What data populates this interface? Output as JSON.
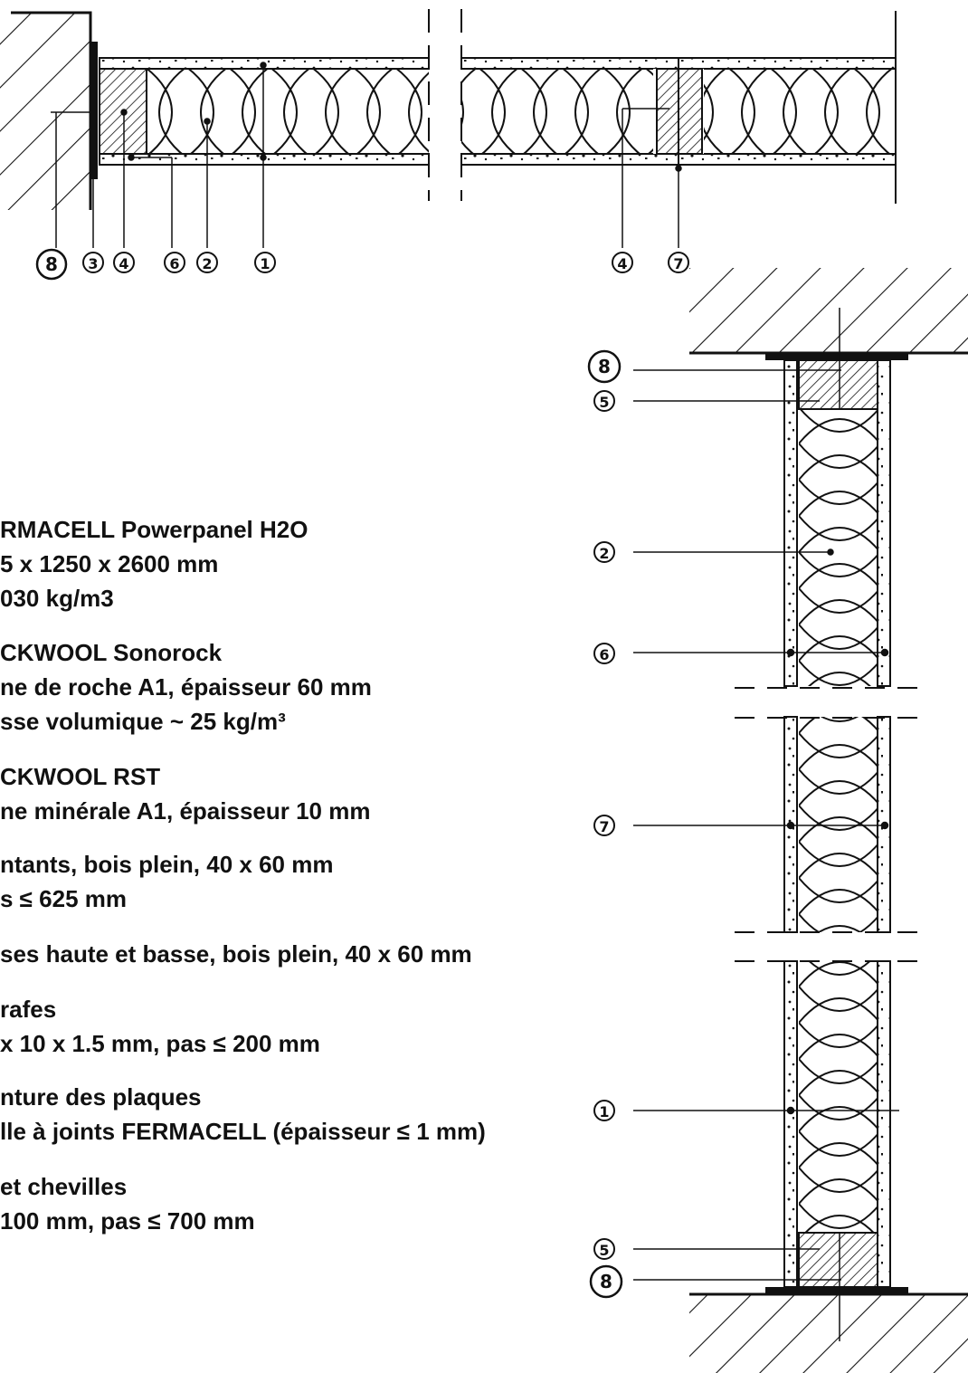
{
  "callouts": {
    "top_left": [
      "8",
      "3",
      "4",
      "6",
      "2",
      "1"
    ],
    "top_right": [
      "4",
      "7"
    ],
    "right_column": [
      "8",
      "5",
      "2",
      "6",
      "7",
      "1",
      "5",
      "8"
    ]
  },
  "legend": [
    {
      "lines": [
        "RMACELL Powerpanel H2O",
        "5 x 1250 x 2600 mm",
        "030 kg/m3"
      ]
    },
    {
      "lines": [
        "CKWOOL Sonorock",
        "ne de roche A1, épaisseur 60 mm",
        "sse volumique ~ 25 kg/m³"
      ]
    },
    {
      "lines": [
        "CKWOOL RST",
        "ne minérale A1, épaisseur 10 mm"
      ]
    },
    {
      "lines": [
        "ntants, bois plein, 40 x 60 mm",
        "s ≤ 625 mm"
      ]
    },
    {
      "lines": [
        "ses haute et basse, bois plein, 40 x 60 mm"
      ]
    },
    {
      "lines": [
        "rafes",
        "x 10 x 1.5 mm, pas ≤ 200 mm"
      ]
    },
    {
      "lines": [
        "nture des plaques",
        "lle à joints FERMACELL (épaisseur ≤ 1 mm)"
      ]
    },
    {
      "lines": [
        "et chevilles",
        "100 mm, pas ≤ 700 mm"
      ]
    }
  ]
}
